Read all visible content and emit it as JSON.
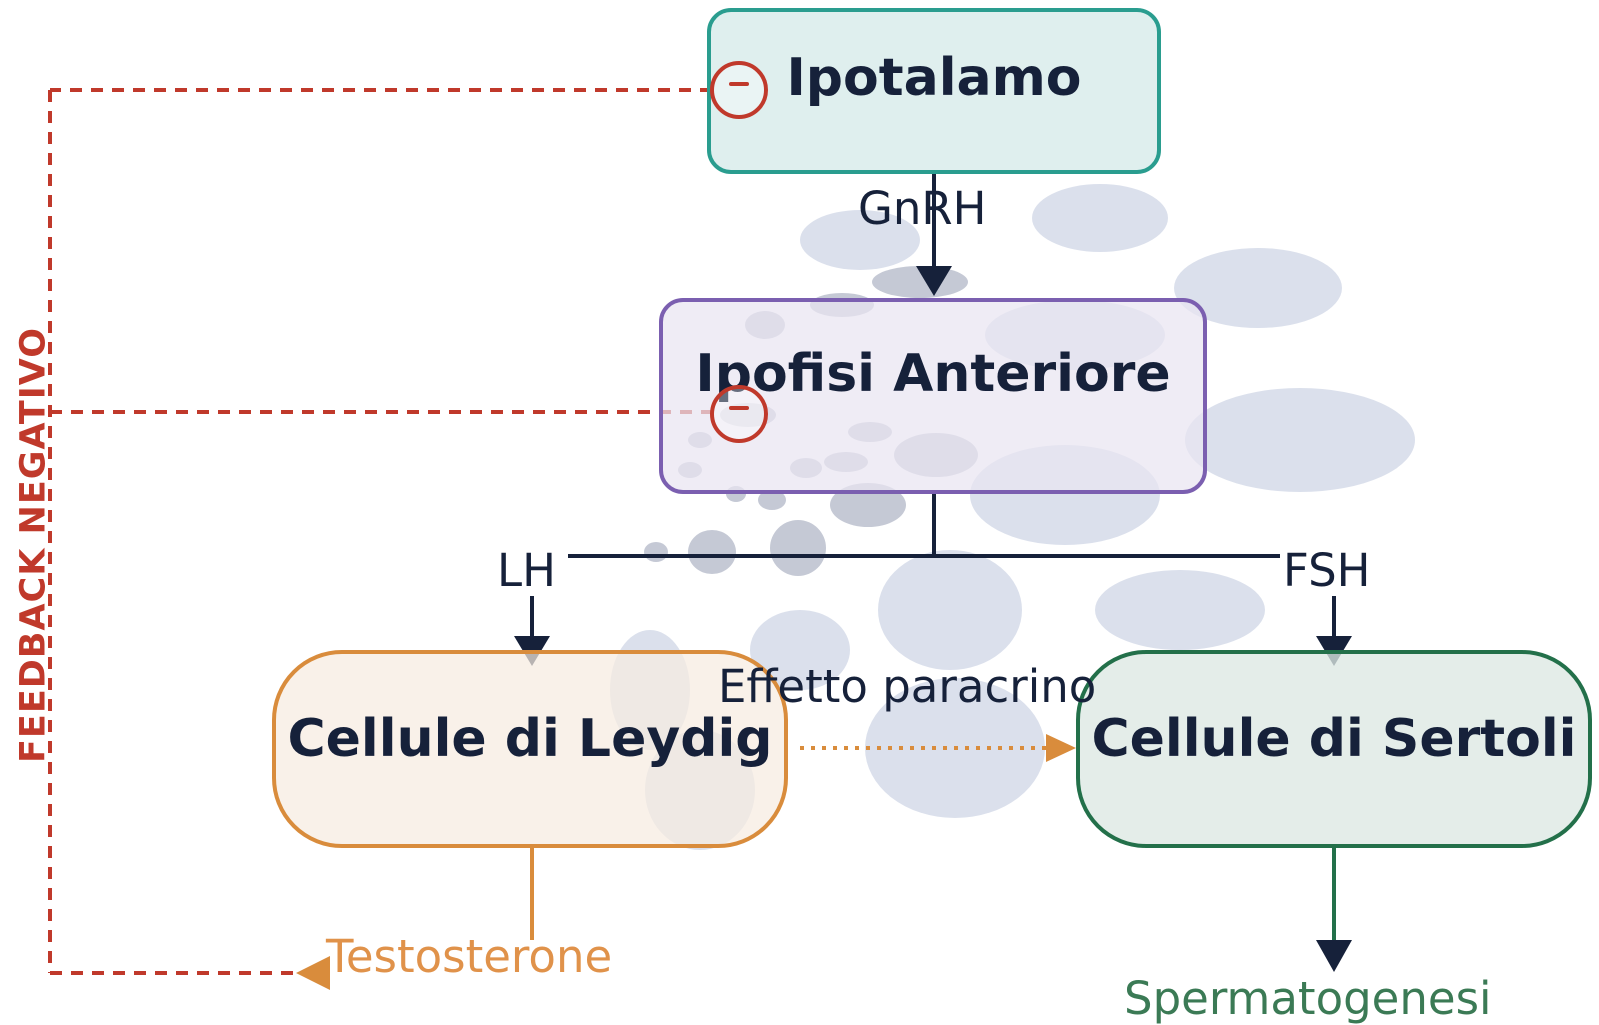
{
  "nodes": {
    "hypothalamus": "Ipotalamo",
    "pituitary": "Ipofisi Anteriore",
    "leydig": "Cellule di Leydig",
    "sertoli": "Cellule di Sertoli"
  },
  "hormones": {
    "gnrh": "GnRH",
    "lh": "LH",
    "fsh": "FSH",
    "testosterone": "Testosterone"
  },
  "outcomes": {
    "spermatogenesis": "Spermatogenesi"
  },
  "relations": {
    "paracrine": "Effetto paracrino",
    "feedback": "FEEDBACK NEGATIVO"
  },
  "icons": {
    "inhibition": "minus-circle-icon"
  },
  "colors": {
    "hypothalamus_border": "#2a9d8f",
    "hypothalamus_fill": "#dfefee",
    "pituitary_border": "#7b5fb0",
    "pituitary_fill": "#e9e5f1",
    "leydig_border": "#d98c3c",
    "leydig_fill": "#f7ece0",
    "sertoli_border": "#23704a",
    "sertoli_fill": "#dde8e3",
    "feedback": "#c0392b",
    "arrow": "#16213a",
    "testosterone_text": "#e0924a",
    "spermatogenesis_text": "#3b7a55"
  }
}
